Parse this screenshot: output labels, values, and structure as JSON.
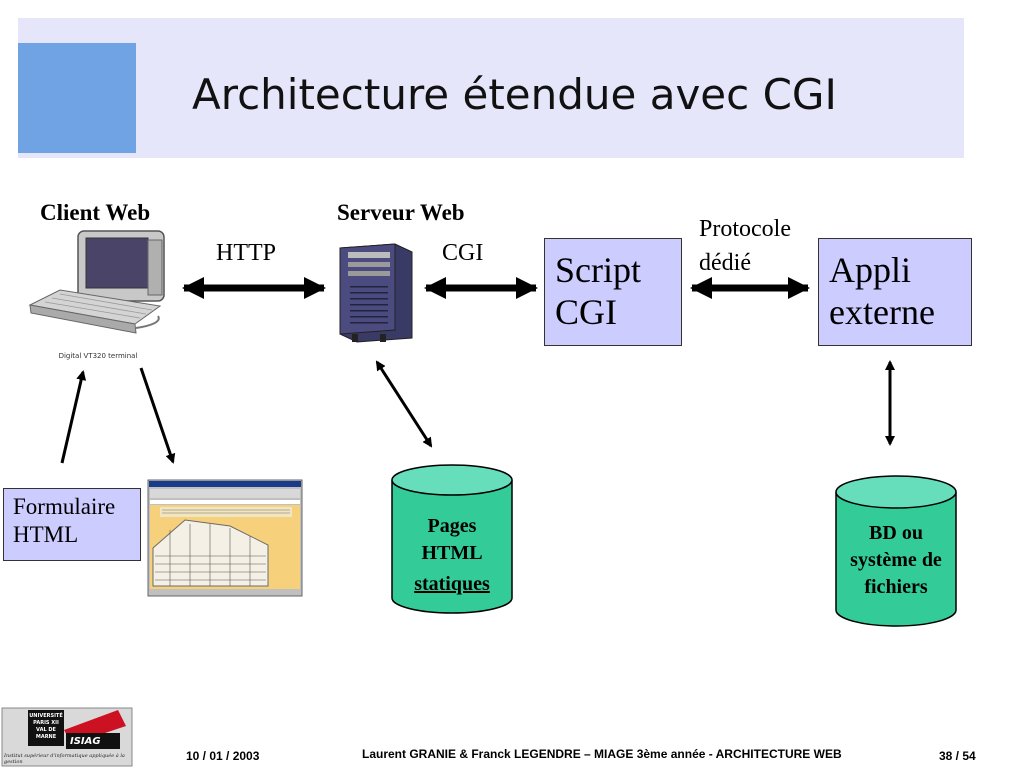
{
  "slide": {
    "title": "Architecture étendue avec CGI"
  },
  "diagram": {
    "client_label": "Client Web",
    "server_label": "Serveur Web",
    "terminal_caption": "Digital VT320 terminal",
    "http_label": "HTTP",
    "cgi_label": "CGI",
    "protocol_label_1": "Protocole",
    "protocol_label_2": "dédié",
    "script_box_1": "Script",
    "script_box_2": "CGI",
    "appli_box_1": "Appli",
    "appli_box_2": "externe",
    "formulaire_1": "Formulaire",
    "formulaire_2": "HTML",
    "pages_1": "Pages",
    "pages_2": "HTML",
    "pages_3": "statiques",
    "bd_1": "BD ou",
    "bd_2": "système de",
    "bd_3": "fichiers"
  },
  "footer": {
    "logo_1": "UNIVERSITÉ PARIS XII VAL DE MARNE",
    "logo_2": "ISIAG",
    "logo_3": "Institut supérieur d'informatique appliquée à la gestion",
    "date": "10 / 01 / 2003",
    "authors": "Laurent GRANIE & Franck LEGENDRE – MIAGE 3ème année - ARCHITECTURE WEB",
    "page": "38 / 54"
  },
  "colors": {
    "title_band": "#e6e6fb",
    "title_square": "#6fa3e4",
    "box_fill": "#ccccff",
    "cylinder_fill": "#33cc99",
    "cylinder_top": "#66ddbb"
  }
}
